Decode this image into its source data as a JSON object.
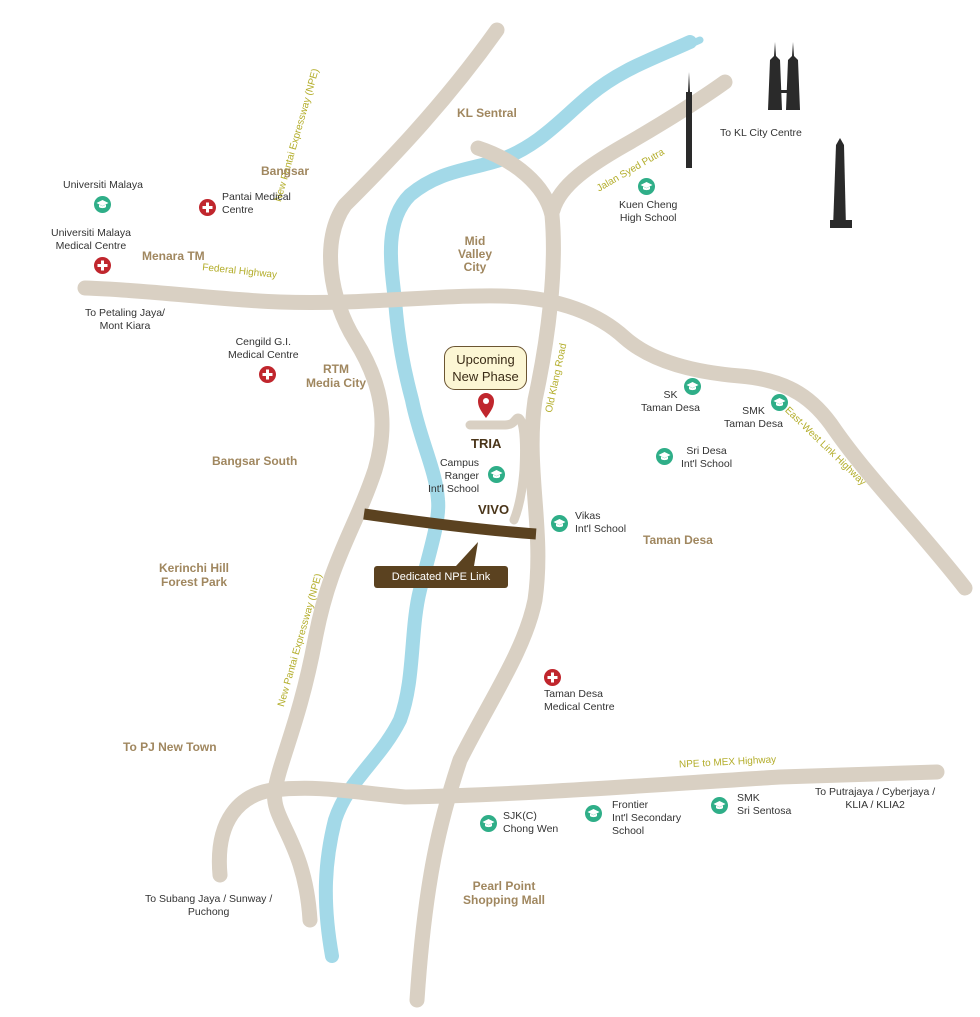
{
  "areas": {
    "kl_sentral": "KL Sentral",
    "bangsar": "Bangsar",
    "menara_tm": "Menara TM",
    "mid_valley": "Mid\nValley\nCity",
    "rtm": "RTM\nMedia City",
    "bangsar_south": "Bangsar South",
    "kerinchi": "Kerinchi Hill\nForest Park",
    "taman_desa": "Taman Desa",
    "pj_new_town": "To PJ New Town",
    "pearl_point": "Pearl Point\nShopping Mall"
  },
  "projects": {
    "tria": "TRIA",
    "vivo": "VIVO",
    "upcoming": "Upcoming\nNew Phase",
    "npe_link": "Dedicated NPE Link"
  },
  "roads": {
    "npe_north": "New Pantai Expressway (NPE)",
    "npe_south": "New Pantai Expressway (NPE)",
    "federal": "Federal Highway",
    "syed_putra": "Jalan Syed Putra",
    "old_klang": "Old Klang Road",
    "east_west": "East-West Link Highway",
    "npe_mex": "NPE to MEX Highway"
  },
  "destinations": {
    "kl_city": "To KL City Centre",
    "petaling_jaya": "To Petaling Jaya/\nMont Kiara",
    "subang": "To Subang Jaya / Sunway /\nPuchong",
    "putrajaya": "To Putrajaya / Cyberjaya /\nKLIA / KLIA2"
  },
  "schools": {
    "um": "Universiti Malaya",
    "kuen_cheng": "Kuen Cheng\nHigh School",
    "sk_taman_desa": "SK\nTaman Desa",
    "smk_taman_desa": "SMK\nTaman Desa",
    "sri_desa": "Sri Desa\nInt'l School",
    "campus_ranger": "Campus\nRanger\nInt'l School",
    "vikas": "Vikas\nInt'l School",
    "sjkc": "SJK(C)\nChong Wen",
    "frontier": "Frontier\nInt'l Secondary\nSchool",
    "smk_sri_sentosa": "SMK\nSri Sentosa"
  },
  "medical": {
    "pantai": "Pantai Medical\nCentre",
    "ummc": "Universiti Malaya\nMedical Centre",
    "cengild": "Cengild G.I.\nMedical Centre",
    "taman_desa_mc": "Taman Desa\nMedical Centre"
  },
  "icons": {
    "school": "graduation-cap-icon",
    "medical": "medical-cross-icon",
    "location": "location-pin-icon",
    "landmark": "kl-skyline-towers-icon"
  },
  "colors": {
    "road": "#d9d0c3",
    "river": "#a3d9e8",
    "area_label": "#a0875f",
    "road_label": "#b3ad2a",
    "school": "#2fae88",
    "medical": "#c0262d",
    "npe_link": "#5b4220",
    "callout_fill": "#fcf6d4",
    "landmark": "#2a2a2a"
  }
}
